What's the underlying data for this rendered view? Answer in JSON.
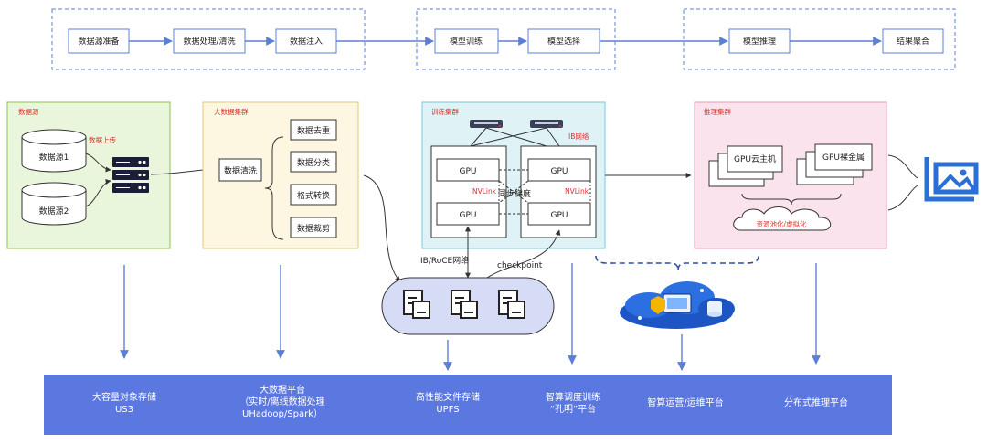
{
  "pipeline": {
    "steps": [
      "数据源准备",
      "数据处理/清洗",
      "数据注入",
      "模型训练",
      "模型选择",
      "模型推理",
      "结果聚合"
    ]
  },
  "datasource": {
    "title": "数据源",
    "upload_label": "数据上传",
    "db1": "数据源1",
    "db2": "数据源2"
  },
  "bigdata": {
    "title": "大数据集群",
    "clean": "数据清洗",
    "ops": [
      "数据去重",
      "数据分类",
      "格式转换",
      "数据裁剪"
    ]
  },
  "training": {
    "title": "训练集群",
    "ib_label": "IB网络",
    "gpu": "GPU",
    "nvlink": "NVLink",
    "sync": "同步梯度",
    "roce": "IB/RoCE网络",
    "checkpoint": "checkpoint"
  },
  "inference": {
    "title": "推理集群",
    "cloud_host": "GPU云主机",
    "bare_metal": "GPU裸金属",
    "pooling": "资源池化/虚拟化"
  },
  "bottom": {
    "items": [
      {
        "lines": [
          "大容量对象存储",
          "US3"
        ]
      },
      {
        "lines": [
          "大数据平台",
          "（实时/离线数据处理",
          "UHadoop/Spark）"
        ]
      },
      {
        "lines": [
          "高性能文件存储",
          "UPFS"
        ]
      },
      {
        "lines": [
          "智算调度训练",
          "“孔明”平台"
        ]
      },
      {
        "lines": [
          "智算运营/运维平台"
        ]
      },
      {
        "lines": [
          "分布式推理平台"
        ]
      }
    ]
  },
  "colors": {
    "accent": "#5b7fd6",
    "red_label": "#e0302a",
    "datasource_bg": "#eaf6dc",
    "bigdata_bg": "#fdf7e2",
    "training_bg": "#dff3f6",
    "inference_bg": "#fbe3ee",
    "storage_bg": "#d7dcf6",
    "bottom_bar": "#5b78e0"
  }
}
